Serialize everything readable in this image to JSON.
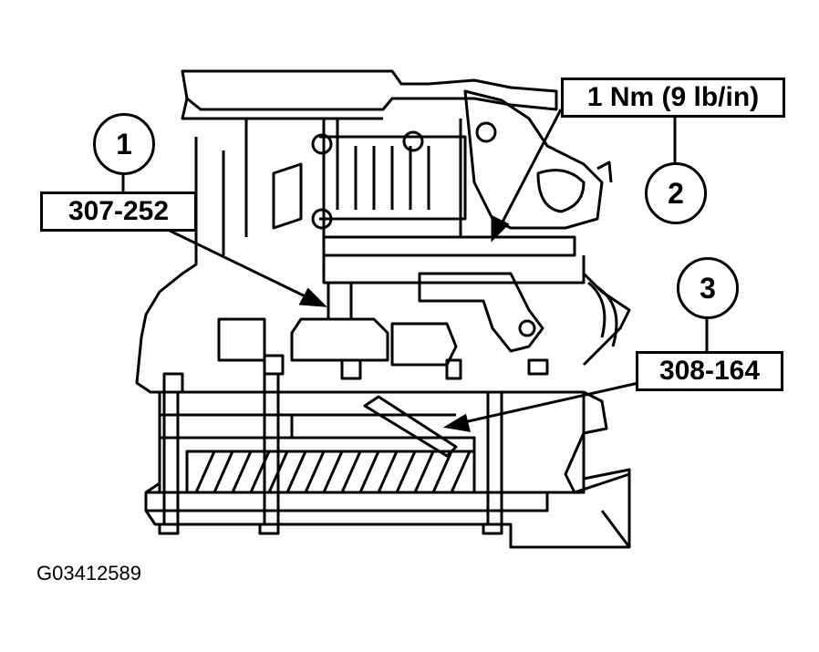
{
  "callouts": [
    {
      "number": "1",
      "code": "307-252"
    },
    {
      "number": "2",
      "code": "1 Nm (9 lb/in)"
    },
    {
      "number": "3",
      "code": "308-164"
    }
  ],
  "figure_id": "G03412589"
}
